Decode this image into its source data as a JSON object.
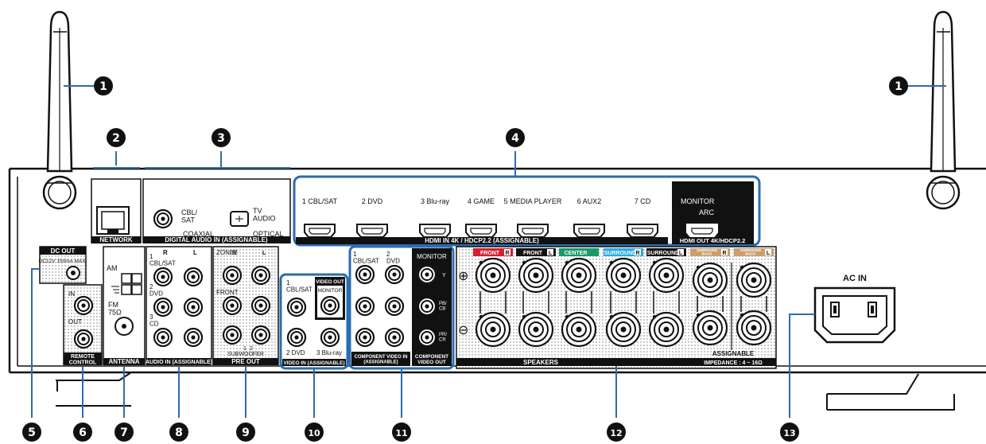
{
  "callouts": [
    {
      "n": "1",
      "glyph": "❶",
      "label": ""
    },
    {
      "n": "2",
      "glyph": "❷",
      "label": ""
    },
    {
      "n": "3",
      "glyph": "❸",
      "label": ""
    },
    {
      "n": "4",
      "glyph": "❹",
      "label": ""
    },
    {
      "n": "5",
      "glyph": "❺",
      "label": ""
    },
    {
      "n": "6",
      "glyph": "❻",
      "label": ""
    },
    {
      "n": "7",
      "glyph": "❼",
      "label": ""
    },
    {
      "n": "8",
      "glyph": "❽",
      "label": ""
    },
    {
      "n": "9",
      "glyph": "❾",
      "label": ""
    },
    {
      "n": "10",
      "glyph": "❿",
      "label": ""
    },
    {
      "n": "11",
      "glyph": "⓫",
      "label": ""
    },
    {
      "n": "12",
      "glyph": "⓬",
      "label": ""
    },
    {
      "n": "13",
      "glyph": "⓭",
      "label": ""
    }
  ],
  "network": {
    "label": "NETWORK"
  },
  "digital_audio": {
    "coaxial_src": "CBL/\nSAT",
    "coaxial": "COAXIAL",
    "optical_src": "TV\nAUDIO",
    "optical": "OPTICAL",
    "label": "DIGITAL AUDIO IN (ASSIGNABLE)"
  },
  "hdmi_in": {
    "inputs": [
      "1 CBL/SAT",
      "2 DVD",
      "3 Blu-ray",
      "4 GAME",
      "5 MEDIA PLAYER",
      "6 AUX2",
      "7 CD"
    ],
    "label": "HDMI IN  4K / HDCP2.2 (ASSIGNABLE)"
  },
  "hdmi_out": {
    "monitor": "MONITOR",
    "arc": "ARC",
    "label": "HDMI OUT 4K/HDCP2.2"
  },
  "dc_out": {
    "title": "DC OUT",
    "spec": "DC12V 150mA MAX."
  },
  "remote": {
    "in": "IN",
    "out": "OUT",
    "label": "REMOTE\nCONTROL"
  },
  "antenna": {
    "am": "AM",
    "fm": "FM\n75Ω",
    "label": "ANTENNA"
  },
  "audio_in": {
    "r": "R",
    "l": "L",
    "inputs": [
      "1\nCBL/SAT",
      "2\nDVD",
      "3\nCD"
    ],
    "label": "AUDIO IN (ASSIGNABLE)"
  },
  "pre_out": {
    "zone2": "ZONE2",
    "front": "FRONT",
    "r": "R",
    "l": "L",
    "sub": "SUBWOOFER",
    "sub1": "1",
    "sub2": "2",
    "label": "PRE OUT"
  },
  "video_in": {
    "in1": "1\nCBL/SAT",
    "video_out": "VIDEO OUT",
    "monitor": "MONITOR",
    "in2": "2 DVD",
    "in3": "3 Blu-ray",
    "label": "VIDEO IN (ASSIGNABLE)"
  },
  "component_in": {
    "in1": "1\nCBL/SAT",
    "in2": "2\nDVD",
    "label": "COMPONENT VIDEO IN\n(ASSIGNABLE)"
  },
  "component_out": {
    "monitor": "MONITOR",
    "y": "Y",
    "pb": "PB/\nCB",
    "pr": "PR/\nCR",
    "label": "COMPONENT\nVIDEO OUT"
  },
  "speakers": {
    "channels": [
      {
        "name": "FRONT",
        "side": "R",
        "color": "#d1202f"
      },
      {
        "name": "FRONT",
        "side": "L",
        "color": "#ffffff"
      },
      {
        "name": "CENTER",
        "side": "",
        "color": "#1a9a6a"
      },
      {
        "name": "SURROUND",
        "side": "R",
        "color": "#29a8e0"
      },
      {
        "name": "SURROUND",
        "side": "L",
        "color": "#ffffff"
      },
      {
        "name": "SURROUND\nBACK",
        "side": "R",
        "color": "#c8a070"
      },
      {
        "name": "SURROUND\nBACK",
        "side": "L",
        "color": "#c8a070"
      }
    ],
    "plus": "⊕",
    "minus": "⊖",
    "label": "SPEAKERS",
    "assignable": "ASSIGNABLE",
    "impedance": "IMPEDANCE : 4 ~ 16Ω"
  },
  "ac_in": {
    "label": "AC IN"
  },
  "colors": {
    "accent_blue": "#2b6cb0",
    "panel": "#ffffff",
    "ink": "#111111"
  }
}
